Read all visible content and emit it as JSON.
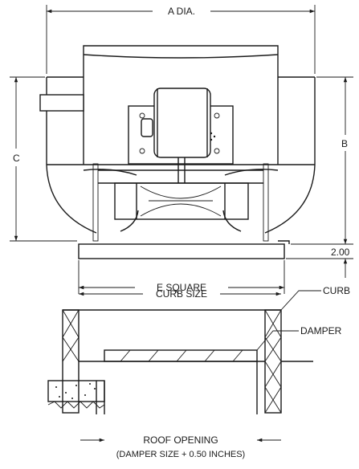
{
  "labels": {
    "a_dia": "A DIA.",
    "b": "B",
    "c": "C",
    "dim_2": "2.00",
    "e_square": "E SQUARE",
    "curb_size": "CURB SIZE",
    "curb": "CURB",
    "damper": "DAMPER",
    "roof_opening": "ROOF OPENING",
    "damper_note": "(DAMPER SIZE + 0.50 INCHES)"
  }
}
